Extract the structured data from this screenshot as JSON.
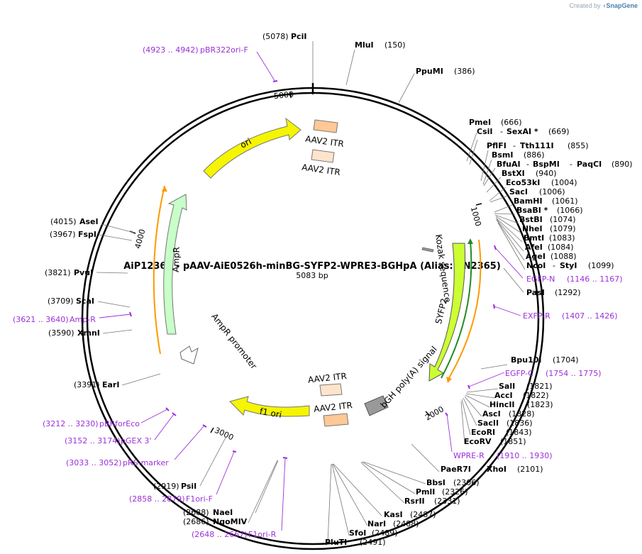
{
  "credit": {
    "prefix": "Created by",
    "brand": "SnapGene"
  },
  "plasmid": {
    "name": "AiP12365 - pAAV-AiE0526h-minBG-SYFP2-WPRE3-BGHpA (Alias: CN2365)",
    "size": "5083 bp"
  },
  "ticks": [
    "1000",
    "2000",
    "3000",
    "4000",
    "5000"
  ],
  "features": {
    "aav2_itr": "AAV2 ITR",
    "ori": "ori",
    "ampr": "AmpR",
    "ampr_promoter": "AmpR promoter",
    "f1_ori": "f1 ori",
    "sypf2": "SYFP2",
    "kozak": "Kozak sequence",
    "bgh": "bGH poly(A) signal"
  },
  "sites": {
    "pcii": {
      "name": "PciI",
      "pos": "(5078)"
    },
    "mlui": {
      "name": "MluI",
      "pos": "(150)"
    },
    "ppumi": {
      "name": "PpuMI",
      "pos": "(386)"
    },
    "pmei": {
      "name": "PmeI",
      "pos": "(666)"
    },
    "csii": {
      "name": "CsiI",
      "sep": "-",
      "alt": "SexAI *",
      "pos": "(669)"
    },
    "pflfi": {
      "name": "PflFI",
      "sep": "-",
      "alt": "Tth111I",
      "pos": "(855)"
    },
    "bsmi": {
      "name": "BsmI",
      "pos": "(886)"
    },
    "bfuai": {
      "name": "BfuAI",
      "sep": "-",
      "alt": "BspMI",
      "alt2": "PaqCI",
      "pos": "(890)"
    },
    "bstxi": {
      "name": "BstXI",
      "pos": "(940)"
    },
    "eco53ki": {
      "name": "Eco53kI",
      "pos": "(1004)"
    },
    "saci": {
      "name": "SacI",
      "pos": "(1006)"
    },
    "bamhi": {
      "name": "BamHI",
      "pos": "(1061)"
    },
    "bsabi": {
      "name": "BsaBI *",
      "pos": "(1066)"
    },
    "bstbi": {
      "name": "BstBI",
      "pos": "(1074)"
    },
    "nhei": {
      "name": "NheI",
      "pos": "(1079)"
    },
    "bmti": {
      "name": "BmtI",
      "pos": "(1083)"
    },
    "afei": {
      "name": "AfeI",
      "pos": "(1084)"
    },
    "agei": {
      "name": "AgeI",
      "pos": "(1088)"
    },
    "ncoi": {
      "name": "NcoI",
      "sep": "-",
      "alt": "StyI",
      "pos": "(1099)"
    },
    "pasi": {
      "name": "PasI",
      "pos": "(1292)"
    },
    "bpu10i": {
      "name": "Bpu10I",
      "pos": "(1704)"
    },
    "sali": {
      "name": "SalI",
      "pos": "(1821)"
    },
    "acci": {
      "name": "AccI",
      "pos": "(1822)"
    },
    "hincii": {
      "name": "HincII",
      "pos": "(1823)"
    },
    "asci": {
      "name": "AscI",
      "pos": "(1828)"
    },
    "sacii": {
      "name": "SacII",
      "pos": "(1836)"
    },
    "ecori": {
      "name": "EcoRI",
      "pos": "(1843)"
    },
    "ecorv": {
      "name": "EcoRV",
      "pos": "(1851)"
    },
    "paer7i": {
      "name": "PaeR7I",
      "sep": "-",
      "alt": "XhoI",
      "pos": "(2101)"
    },
    "bbsi": {
      "name": "BbsI",
      "pos": "(2306)"
    },
    "pmli": {
      "name": "PmlI",
      "pos": "(2326)"
    },
    "rsrii": {
      "name": "RsrII",
      "pos": "(2331)"
    },
    "kasi": {
      "name": "KasI",
      "pos": "(2487)"
    },
    "nari": {
      "name": "NarI",
      "pos": "(2488)"
    },
    "sfoi": {
      "name": "SfoI",
      "pos": "(2489)"
    },
    "pluti": {
      "name": "PluTI",
      "pos": "(2491)"
    },
    "naei": {
      "name": "NaeI",
      "pos": "(2688)"
    },
    "ngomiv": {
      "name": "NgoMIV",
      "pos": "(2686)"
    },
    "psti": {
      "name": "PsiI",
      "pos": "(2919)"
    },
    "eari": {
      "name": "EarI",
      "pos": "(3391)"
    },
    "xmni": {
      "name": "XmnI",
      "pos": "(3590)"
    },
    "scai": {
      "name": "ScaI",
      "pos": "(3709)"
    },
    "pvui": {
      "name": "PvuI",
      "pos": "(3821)"
    },
    "fspi": {
      "name": "FspI",
      "pos": "(3967)"
    },
    "asei": {
      "name": "AseI",
      "pos": "(4015)"
    }
  },
  "primers": {
    "pbr322ori_f": {
      "range": "(4923 .. 4942)",
      "name": "pBR322ori-F"
    },
    "egfp_n": {
      "range": "(1146 .. 1167)",
      "name": "EGFP-N"
    },
    "exfp_r": {
      "range": "(1407 .. 1426)",
      "name": "EXFP-R"
    },
    "egfp_c": {
      "range": "(1754 .. 1775)",
      "name": "EGFP-C"
    },
    "wpre_r": {
      "range": "(1910 .. 1930)",
      "name": "WPRE-R"
    },
    "f1ori_r": {
      "range": "(2648 .. 2667)",
      "name": "F1ori-R"
    },
    "f1ori_f": {
      "range": "(2858 .. 2879)",
      "name": "F1ori-F"
    },
    "prs_marker": {
      "range": "(3033 .. 3052)",
      "name": "pRS-marker"
    },
    "pgex3": {
      "range": "(3152 .. 3174)",
      "name": "pGEX 3'"
    },
    "pbrforeco": {
      "range": "(3212 .. 3230)",
      "name": "pBRforEco"
    },
    "amp_r": {
      "range": "(3621 .. 3640)",
      "name": "Amp-R"
    }
  },
  "colors": {
    "ori": "#f5f500",
    "itr": "#ffc896",
    "ampr": "#c8ffc8",
    "promoter": "#ffffff",
    "sypf2": "#ccff33",
    "bgh": "#999999",
    "primer": "#9b30d9",
    "orf": "#ff9900"
  }
}
